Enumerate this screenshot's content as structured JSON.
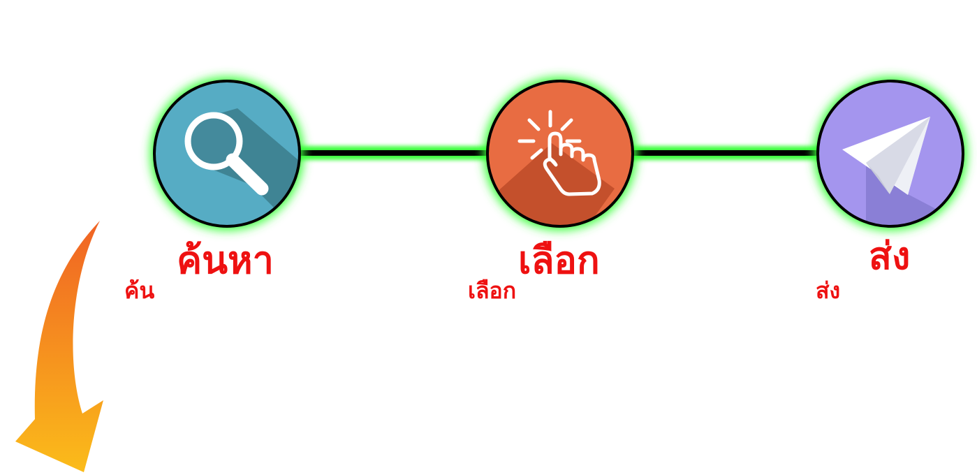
{
  "colors": {
    "connector": "#000000",
    "glow": "#3cff3c",
    "outline": "#000000",
    "label_text": "#ee1111",
    "step1_fill": "#56acc4",
    "step1_shadow": "#3f8494",
    "step2_fill": "#e86c42",
    "step2_shadow": "#c4502c",
    "step3_fill": "#a495ee",
    "step3_shadow": "#8a7fd6",
    "arrow_top": "#f06224",
    "arrow_bottom": "#fbbc1a"
  },
  "steps": [
    {
      "title": "ค้นหา",
      "subtitle": "ค้น",
      "icon": "magnifier-icon"
    },
    {
      "title": "เลือก",
      "subtitle": "เลือก",
      "icon": "tap-hand-icon"
    },
    {
      "title": "ส่ง",
      "subtitle": "ส่ง",
      "icon": "paper-plane-icon"
    }
  ],
  "decor": {
    "arrow_icon": "curved-down-arrow-icon"
  }
}
